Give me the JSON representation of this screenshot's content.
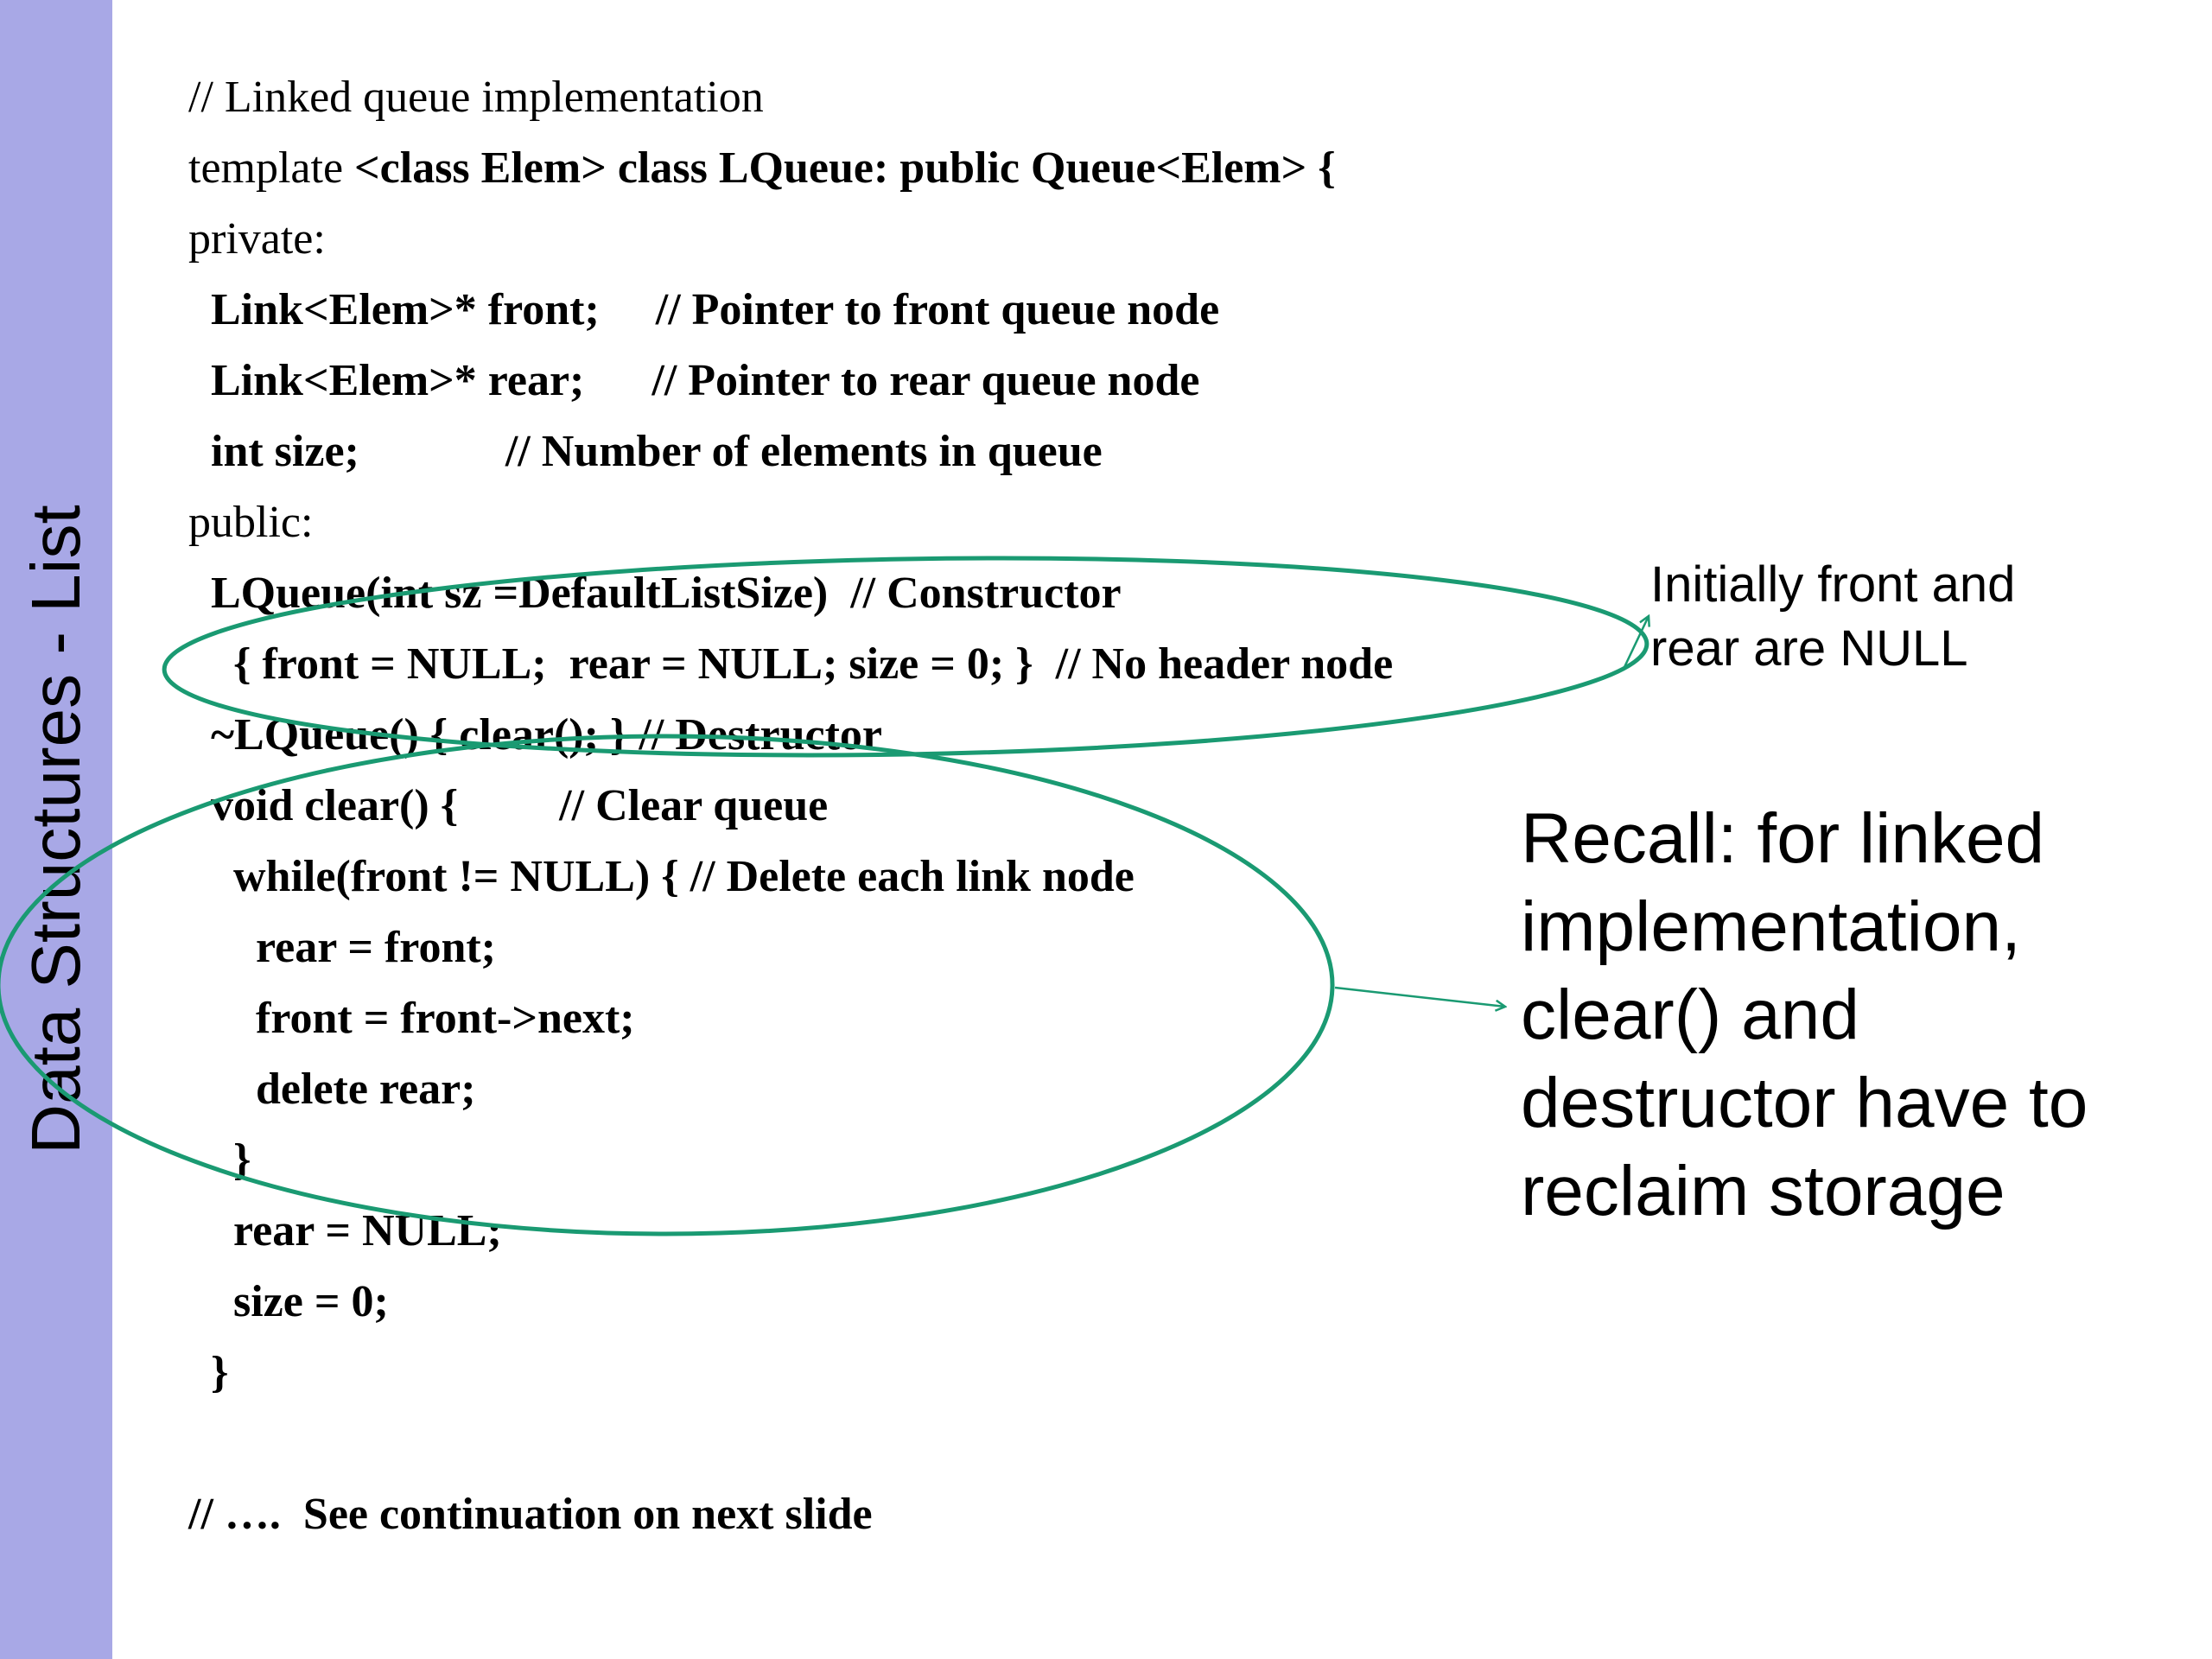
{
  "sidebar": {
    "title": "Data Structures - List"
  },
  "code": {
    "comment_title": "// Linked queue implementation",
    "template_kw": "template ",
    "template_decl": "<class Elem> class LQueue: public Queue<Elem> {",
    "private_kw": "private:",
    "front_decl": "  Link<Elem>* front;     // Pointer to front queue node",
    "rear_decl": "  Link<Elem>* rear;      // Pointer to rear queue node",
    "size_decl": "  int size;             // Number of elements in queue",
    "public_kw": "public:",
    "ctor_decl": "  LQueue(int sz =DefaultListSize)  // Constructor",
    "ctor_body": "    { front = NULL;  rear = NULL; size = 0; }  // No header node",
    "dtor_decl": "  ~LQueue() { clear(); } // Destructor",
    "clear_decl": "  void clear() {         // Clear queue",
    "while_line": "    while(front != NULL) { // Delete each link node",
    "rear_assign": "      rear = front;",
    "front_assign": "      front = front->next;",
    "delete_line": "      delete rear;",
    "while_close": "    }",
    "rear_null": "    rear = NULL;",
    "size_zero": "    size = 0;",
    "clear_close": "  }",
    "continuation": "// ….  See continuation on next slide"
  },
  "notes": {
    "init_lines": [
      "Initially front and",
      "rear are NULL"
    ],
    "recall_lines": [
      "Recall:  for linked",
      "implementation,",
      "clear() and",
      "destructor have to",
      "reclaim storage"
    ]
  },
  "colors": {
    "sidebar": "#a8a8e6",
    "annotation": "#1a9a72"
  }
}
